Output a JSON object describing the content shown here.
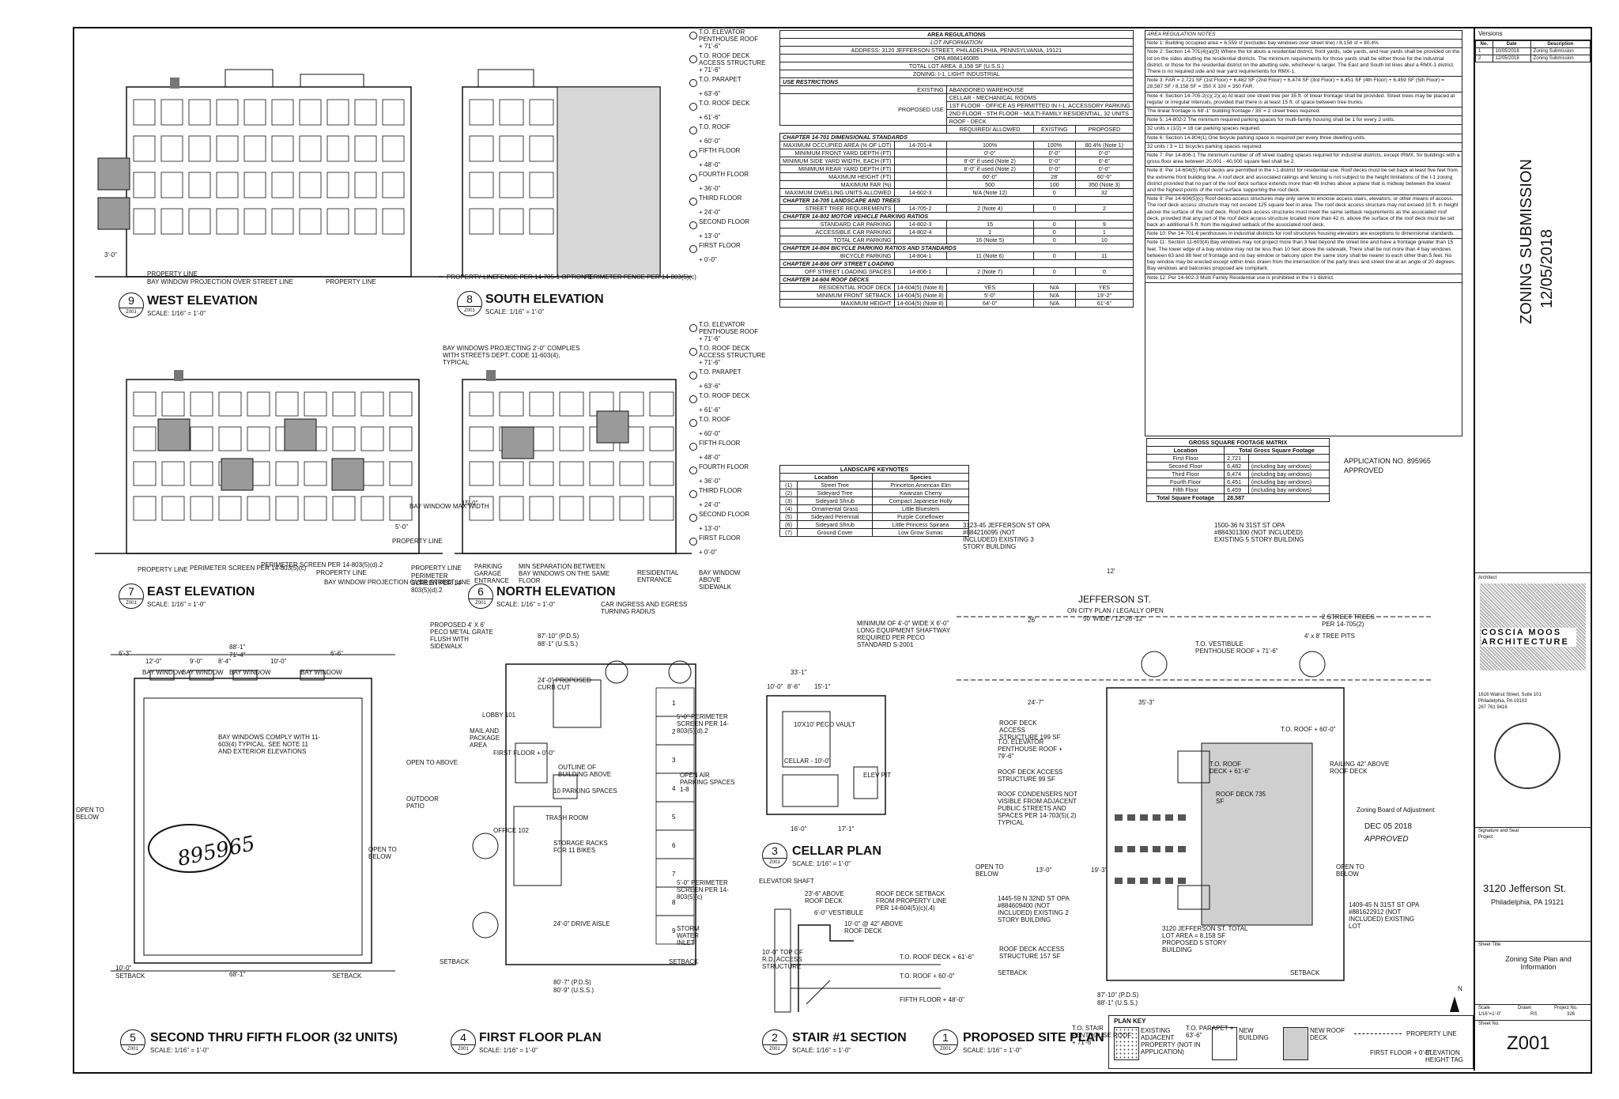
{
  "elevations": {
    "west": {
      "num": "9",
      "title": "WEST ELEVATION",
      "sheet": "Z001",
      "scale": "SCALE: 1/16\" = 1'-0\"",
      "labels": [
        "PROPERTY LINE",
        "BAY WINDOW PROJECTION OVER STREET LINE",
        "PROPERTY LINE",
        "3'-0\""
      ]
    },
    "south": {
      "num": "8",
      "title": "SOUTH ELEVATION",
      "sheet": "Z001",
      "scale": "SCALE: 1/16\" = 1'-0\"",
      "labels": [
        "PROPERTY LINE",
        "FENCE PER 14-705-1 OPTION B",
        "PERIMETER FENCE PER 14-803(5)(c)"
      ]
    },
    "east": {
      "num": "7",
      "title": "EAST ELEVATION",
      "sheet": "Z001",
      "scale": "SCALE: 1/16\" = 1'-0\"",
      "labels": [
        "PROPERTY LINE",
        "PERIMETER SCREEN PER 14-803(5)(c)",
        "PERIMETER SCREEN PER 14-803(5)(d).2",
        "PROPERTY LINE",
        "BAY WINDOW PROJECTION OVER STREET LINE",
        "BAY WINDOW MAX WIDTH",
        "5'-0\""
      ]
    },
    "north": {
      "num": "6",
      "title": "NORTH ELEVATION",
      "sheet": "Z001",
      "scale": "SCALE: 1/16\" = 1'-0\"",
      "labels": [
        "PROPERTY LINE",
        "PERIMETER SCREEN PER 14-803(5)(d).2",
        "PARKING GARAGE ENTRANCE",
        "MIN SEPARATION BETWEEN BAY WINDOWS ON THE SAME FLOOR",
        "RESIDENTIAL ENTRANCE",
        "BAY WINDOW ABOVE SIDEWALK",
        "BAY WINDOWS PROJECTING 2'-0\" COMPLIES WITH STREETS DEPT. CODE 11-603(4), TYPICAL",
        "15'-0\""
      ]
    }
  },
  "levels": [
    {
      "name": "T.O. ELEVATOR PENTHOUSE ROOF",
      "elev": "+ 71'-6\""
    },
    {
      "name": "T.O. ROOF DECK ACCESS STRUCTURE",
      "elev": "+ 71'-6\""
    },
    {
      "name": "T.O. PARAPET",
      "elev": "+ 63'-6\""
    },
    {
      "name": "T.O. ROOF DECK",
      "elev": "+ 61'-6\""
    },
    {
      "name": "T.O. ROOF",
      "elev": "+ 60'-0\""
    },
    {
      "name": "FIFTH FLOOR",
      "elev": "+ 48'-0\""
    },
    {
      "name": "FOURTH FLOOR",
      "elev": "+ 36'-0\""
    },
    {
      "name": "THIRD FLOOR",
      "elev": "+ 24'-0\""
    },
    {
      "name": "SECOND FLOOR",
      "elev": "+ 13'-0\""
    },
    {
      "name": "FIRST FLOOR",
      "elev": "+ 0'-0\""
    }
  ],
  "east_extra_labels": [
    "PROPERTY LINE"
  ],
  "plans": {
    "typical": {
      "num": "5",
      "title": "SECOND THRU FIFTH FLOOR (32 UNITS)",
      "sheet": "Z001",
      "scale": "SCALE: 1/16\" = 1'-0\"",
      "dims": [
        "88'-1\"",
        "71'-4\"",
        "6'-3\"",
        "12'-0\"",
        "9'-0\"",
        "8'-4\"",
        "10'-0\"",
        "6'-6\"",
        "68'-1\"",
        "10'-0\""
      ],
      "labels": [
        "BAY WINDOW",
        "BAY WINDOW",
        "BAY WINDOW",
        "BAY WINDOW",
        "BAY WINDOWS COMPLY WITH 11-603(4) TYPICAL. SEE NOTE 11 AND EXTERIOR ELEVATIONS",
        "OPEN TO BELOW",
        "OPEN TO BELOW",
        "SETBACK",
        "SETBACK"
      ],
      "handwritten": "895965"
    },
    "first": {
      "num": "4",
      "title": "FIRST FLOOR PLAN",
      "sheet": "Z001",
      "scale": "SCALE: 1/16\" = 1'-0\"",
      "labels": [
        "PROPOSED 4' X 6' PECO METAL GRATE FLUSH WITH SIDEWALK",
        "CAR INGRESS AND EGRESS TURNING RADIUS",
        "24'-0\" PROPOSED CURB CUT",
        "LOBBY 101",
        "MAIL AND PACKAGE AREA",
        "FIRST FLOOR + 0'-0\"",
        "OUTLINE OF BUILDING ABOVE",
        "OPEN AIR PARKING SPACES 1-8",
        "10 PARKING SPACES",
        "OFFICE 102",
        "TRASH ROOM",
        "STORAGE RACKS FOR 11 BIKES",
        "5'-0\" PERIMETER SCREEN PER 14-803(5)(d).2",
        "5'-0\" PERIMETER SCREEN PER 14-803(5)(c)",
        "STORM WATER INLET",
        "24'-0\" DRIVE AISLE",
        "OPEN TO ABOVE",
        "OUTDOOR PATIO",
        "SETBACK",
        "SETBACK",
        "80'-7\" (P.D.S)",
        "80'-9\" (U.S.S.)",
        "87'-10\" (P.D.S)",
        "88'-1\" (U.S.S.)"
      ]
    },
    "cellar": {
      "num": "3",
      "title": "CELLAR PLAN",
      "sheet": "Z001",
      "scale": "SCALE: 1/16\" = 1'-0\"",
      "labels": [
        "MINIMUM OF 4'-0\" WIDE X 6'-0\" LONG EQUIPMENT SHAFTWAY REQUIRED PER PECO STANDARD S-2001",
        "33'-1\"",
        "10'-0\"",
        "8'-6\"",
        "15'-1\"",
        "10'X10' PECO VAULT",
        "CELLAR - 10'-0\"",
        "ELEV PIT",
        "16'-0\"",
        "17'-1\""
      ]
    },
    "stair": {
      "num": "2",
      "title": "STAIR #1 SECTION",
      "sheet": "Z001",
      "scale": "SCALE: 1/16\" = 1'-0\"",
      "labels": [
        "ELEVATOR SHAFT",
        "23'-6\" ABOVE ROOF DECK",
        "6'-0\" VESTIBULE",
        "ROOF DECK SETBACK FROM PROPERTY LINE PER 14-604(5)(c)(.4)",
        "10'-0\" @ 42\" ABOVE ROOF DECK",
        "T.O. ROOF DECK + 61'-6\"",
        "T.O. ROOF + 60'-0\"",
        "FIFTH FLOOR + 48'-0\"",
        "10'-0\" TOP OF R.D. ACCESS STRUCTURE"
      ]
    },
    "site": {
      "num": "1",
      "title": "PROPOSED SITE PLAN",
      "sheet": "Z001",
      "scale": "SCALE: 1/16\" = 1'-0\"",
      "street": "JEFFERSON ST.",
      "street_sub": "ON CITY PLAN / LEGALLY OPEN",
      "street_width": "50' WIDE / 12'-26'-12'",
      "labels": [
        "2 STREET TREES PER 14-705(2)",
        "4' x 8' TREE PITS",
        "T.O. VESTIBULE PENTHOUSE ROOF + 71'-6\"",
        "T.O. ROOF + 60'-0\"",
        "ROOF DECK ACCESS STRUCTURE 199 SF",
        "T.O. ELEVATOR PENTHOUSE ROOF + 79'-6\"",
        "ROOF DECK ACCESS STRUCTURE 99 SF",
        "ROOF CONDENSERS NOT VISIBLE FROM ADJACENT PUBLIC STREETS AND SPACES PER 14-703(5)(.2) TYPICAL",
        "T.O. ROOF DECK + 61'-6\"",
        "ROOF DECK 735 SF",
        "RAILING 42\" ABOVE ROOF DECK",
        "OPEN TO BELOW",
        "OPEN TO BELOW",
        "ROOF DECK ACCESS STRUCTURE 157 SF",
        "T.O. STAIR PENTHOUSE ROOF + 71'-6\"",
        "T.O. PARAPET + 63'-6\"",
        "SETBACK",
        "SETBACK",
        "24'-7\"",
        "35'-3\"",
        "13'-0\"",
        "19'-3\"",
        "87'-10\" (P.D.S)",
        "88'-1\" (U.S.S.)",
        "12'",
        "26'",
        "N"
      ],
      "neighbors": [
        "3123-45 JEFFERSON ST OPA #884216095 (NOT INCLUDED) EXISTING 3 STORY BUILDING",
        "1500-36 N 31ST ST OPA #884301300 (NOT INCLUDED) EXISTING 5 STORY BUILDING",
        "1445-59 N 32ND ST OPA #884609400 (NOT INCLUDED) EXISTING 2 STORY BUILDING",
        "3120 JEFFERSON ST. TOTAL LOT AREA = 8,158 SF PROPOSED 5 STORY BUILDING",
        "1409-45 N 31ST ST OPA #881622912 (NOT INCLUDED) EXISTING LOT"
      ]
    }
  },
  "plan_key": {
    "title": "PLAN KEY",
    "items": [
      "EXISTING ADJACENT PROPERTY (NOT IN APPLICATION)",
      "NEW BUILDING",
      "NEW ROOF DECK",
      "PROPERTY LINE",
      "FIRST FLOOR + 0'-0\"",
      "ELEVATION HEIGHT TAG"
    ]
  },
  "area_regs": {
    "title": "AREA REGULATIONS",
    "lot_info": "LOT INFORMATION",
    "address": "ADDRESS: 3120 JEFFERSON STREET, PHILADELPHIA, PENNSYLVANIA, 19121",
    "opa": "OPA #884146085",
    "lot_area": "TOTAL LOT AREA: 8,158 SF (U.S.S.)",
    "zoning": "ZONING: I-1, LIGHT INDUSTRIAL",
    "use_restrictions": "USE RESTRICTIONS",
    "existing_label": "EXISTING",
    "existing_use": "ABANDONED WAREHOUSE",
    "proposed_label": "PROPOSED USE",
    "proposed_uses": [
      "CELLAR - MECHANICAL ROOMS",
      "1ST FLOOR - OFFICE AS PERMITTED IN I-1, ACCESSORY PARKING",
      "2ND FLOOR - 5TH FLOOR - MULTI-FAMILY RESIDENTIAL, 32 UNITS",
      "ROOF - DECK"
    ],
    "col_required": "REQUIRED/ ALLOWED",
    "col_existing": "EXISTING",
    "col_proposed": "PROPOSED",
    "sections": [
      {
        "name": "CHAPTER 14-701 DIMENSIONAL STANDARDS",
        "rows": [
          [
            "MAXIMUM OCCUPIED AREA (% OF LOT)",
            "14-701-4",
            "100%",
            "100%",
            "80.4% (Note 1)"
          ],
          [
            "MINIMUM FRONT YARD DEPTH (FT)",
            "",
            "0'-0\"",
            "0'-0\"",
            "0'-0\""
          ],
          [
            "MINIMUM SIDE YARD WIDTH, EACH (FT)",
            "",
            "8'-0\" if used (Note 2)",
            "0'-0\"",
            "6'-6\""
          ],
          [
            "MINIMUM REAR YARD DEPTH (FT)",
            "",
            "8'-0\" if used (Note 2)",
            "0'-0\"",
            "0'-0\""
          ],
          [
            "MAXIMUM HEIGHT (FT)",
            "",
            "60'-0\"",
            "28'",
            "60'-0\""
          ],
          [
            "MAXIMUM FAR (%)",
            "",
            "500",
            "100",
            "350 (Note 3)"
          ],
          [
            "MAXIMUM DWELLING UNITS ALLOWED",
            "14-602-3",
            "N/A (Note 12)",
            "0",
            "32"
          ]
        ]
      },
      {
        "name": "CHAPTER 14-705 LANDSCAPE AND TREES",
        "rows": [
          [
            "STREET TREE REQUIREMENTS",
            "14-705-2",
            "2 (Note 4)",
            "0",
            "2"
          ]
        ]
      },
      {
        "name": "CHAPTER 14-802 MOTOR VEHICLE PARKING RATIOS",
        "rows": [
          [
            "STANDARD CAR PARKING",
            "14-802-3",
            "15",
            "0",
            "9"
          ],
          [
            "ACCESSIBLE CAR PARKING",
            "14-802-4",
            "1",
            "0",
            "1"
          ],
          [
            "TOTAL CAR PARKING",
            "",
            "16 (Note 5)",
            "0",
            "10"
          ]
        ]
      },
      {
        "name": "CHAPTER 14-804 BICYCLE PARKING RATIOS AND STANDARDS",
        "rows": [
          [
            "BICYCLE PARKING",
            "14-804-1",
            "11 (Note 6)",
            "0",
            "11"
          ]
        ]
      },
      {
        "name": "CHAPTER 14-806 OFF STREET LOADING",
        "rows": [
          [
            "OFF STREET LOADING SPACES",
            "14-806-1",
            "2 (Note 7)",
            "0",
            "0"
          ]
        ]
      },
      {
        "name": "CHAPTER 14-604 ROOF DECKS",
        "rows": [
          [
            "RESIDENTIAL ROOF DECK",
            "14-604(5) (Note 8)",
            "YES",
            "N/A",
            "YES"
          ],
          [
            "MINIMUM FRONT SETBACK",
            "14-604(5) (Note 8)",
            "5'-0\"",
            "N/A",
            "19'-2\""
          ],
          [
            "MAXIMUM HEIGHT",
            "14-604(5) (Note 8)",
            "64'-0\"",
            "N/A",
            "61'-6\""
          ]
        ]
      }
    ]
  },
  "landscape": {
    "title": "LANDSCAPE KEYNOTES",
    "col_location": "Location",
    "col_species": "Species",
    "rows": [
      [
        "1",
        "Street Tree",
        "Princeton American Elm"
      ],
      [
        "2",
        "Sideyard Tree",
        "Kwanzan Cherry"
      ],
      [
        "3",
        "Sideyard Shrub",
        "Compact Japanese Holly"
      ],
      [
        "4",
        "Ornamental Grass",
        "Little Bluestem"
      ],
      [
        "5",
        "Sideyard Perennial",
        "Purple Coneflower"
      ],
      [
        "6",
        "Sideyard Shrub",
        "Little Princess Spiraea"
      ],
      [
        "7",
        "Ground Cover",
        "Low Grow Sumac"
      ]
    ]
  },
  "gsf": {
    "title": "GROSS SQUARE FOOTAGE MATRIX",
    "col_location": "Location",
    "col_total": "Total Gross Square Footage",
    "rows": [
      [
        "First Floor",
        "2,721",
        ""
      ],
      [
        "Second Floor",
        "6,482",
        "(including bay windows)"
      ],
      [
        "Third Floor",
        "6,474",
        "(including bay windows)"
      ],
      [
        "Fourth Floor",
        "6,451",
        "(including bay windows)"
      ],
      [
        "Fifth Floor",
        "6,459",
        "(including bay windows)"
      ]
    ],
    "total_label": "Total Square Footage",
    "total": "28,587"
  },
  "stamp": {
    "app_no": "APPLICATION NO. 895965",
    "approved": "APPROVED",
    "zba": "Zoning Board of Adjustment",
    "date": "DEC 05 2018",
    "approved2": "APPROVED"
  },
  "notes": {
    "title": "AREA REGULATION NOTES",
    "items": [
      "Note 1: Building occupied area = 6,559 sf (excludes bay windows over street line) / 8,158 sf = 80.4%",
      "Note 2: Section 14-701(4)(a)(3) Where the lot abuts a residential district, front yards, side yards, and rear yards shall be provided on the lot on the sides abutting the residential districts. The minimum requirements for those yards shall be either those for the industrial district, or those for the residential district on the abutting side, whichever is larger. The East and South lot lines abut a RMX-1 district. There is no required side and rear yard requirements for RMX-1.",
      "Note 3: FAR = 2,721 SF (1st Floor) + 6,482 SF (2nd Floor) + 6,474 SF (3rd Floor) + 6,451 SF (4th Floor) + 6,459 SF (5th Floor) = 28,587 SF / 8,158 SF = 350 X 100 = 350 FAR.",
      "Note 4: Section 14-705-2(c)(.2)(.a) At least one street tree per 35 ft. of linear frontage shall be provided. Street trees may be placed at regular or irregular intervals, provided that there is at least 15 ft. of space between tree trunks.",
      "The linear frontage is 68'-1\" building frontage / 35' = 2 street trees required.",
      "Note 5: 14-802-2 The minimum required parking spaces for multi-family housing shall be 1 for every 2 units.",
      "32 units x (1/2) = 16 car parking spaces required.",
      "Note 6: Section 14-804(1) One bicycle parking space is required per every three dwelling units.",
      "32 units / 3 = 11 bicycles parking spaces required.",
      "Note 7: Per 14-806-1 The minimum number of off street loading spaces required for industrial districts, except IRMX, for buildings with a gross floor area between 20,001 - 40,000 square feet shall be 2.",
      "Note 8: Per 14-604(5) Roof decks are permitted in the I-1 district for residential use. Roof decks must be set back at least five feet from the extreme front building line. A roof deck and associated railings and fencing is not subject to the height limitations of the I-1 zoning district provided that no part of the roof deck surface extends more than 48 inches above a plane that is midway between the lowest and the highest points of the roof surface supporting the roof deck.",
      "Note 9: Per 14-604(5)(c) Roof decks access structures may only serve to enclose access stairs, elevators, or other means of access. The roof deck access structure may not exceed 125 square feet in area. The roof deck access structure may not exceed 10 ft. in height above the surface of the roof deck. Roof deck access structures must meet the same setback requirements as the associated roof deck, provided that any part of the roof deck access structure located more than 42 in. above the surface of the roof deck must be set back an additional 5 ft. from the required setback of the associated roof deck.",
      "Note 10: Per 14-701-6 penthouses in industrial districts for roof structures housing elevators are exceptions to dimensional standards.",
      "Note 11: Section 11-603(4) Bay windows may not project more than 3 feet beyond the street line and have a frontage greater than 15 feet. The lower edge of a bay window may not be less than 10 feet above the sidewalk. There shall be not more than 4 bay windows between 63 and 88 feet of frontage and no bay window or balcony upon the same story shall be nearer to each other than 5 feet. No bay window may be erected except within lines drawn from the intersection of the party lines and street line at an angle of 20 degrees. Bay windows and balconies proposed are compliant.",
      "Note 12: Per 14-602-3 Multi Family Residential use is prohibited in the I-1 district."
    ]
  },
  "title_block": {
    "versions": "Versions",
    "col_no": "No.",
    "col_date": "Date",
    "col_desc": "Description",
    "rows": [
      [
        "1",
        "10/05/2018",
        "Zoning Submission"
      ],
      [
        "2",
        "12/05/2018",
        "Zoning Submission"
      ]
    ],
    "submission": "ZONING SUBMISSION",
    "submission_date": "12/05/2018",
    "architect_label": "Architect",
    "architect_name": "COSCIA MOOS ARCHITECTURE",
    "arch_addr1": "1616 Walnut Street, Suite 101",
    "arch_addr2": "Philadelphia, PA 19103",
    "arch_phone": "267 761 9416",
    "seal_label": "Signature and Seal",
    "project_label": "Project",
    "project_name": "3120 Jefferson St.",
    "project_city": "Philadelphia, PA 19121",
    "sheet_title_label": "Sheet Title",
    "sheet_title": "Zoning Site Plan and Information",
    "scale_label": "Scale",
    "scale_val": "1/16\"=1'-0\"",
    "drawn_label": "Drawn",
    "drawn_val": "RS",
    "projno_label": "Project No.",
    "projno_val": "326",
    "sheetno_label": "Sheet No.",
    "sheet_no": "Z001"
  }
}
